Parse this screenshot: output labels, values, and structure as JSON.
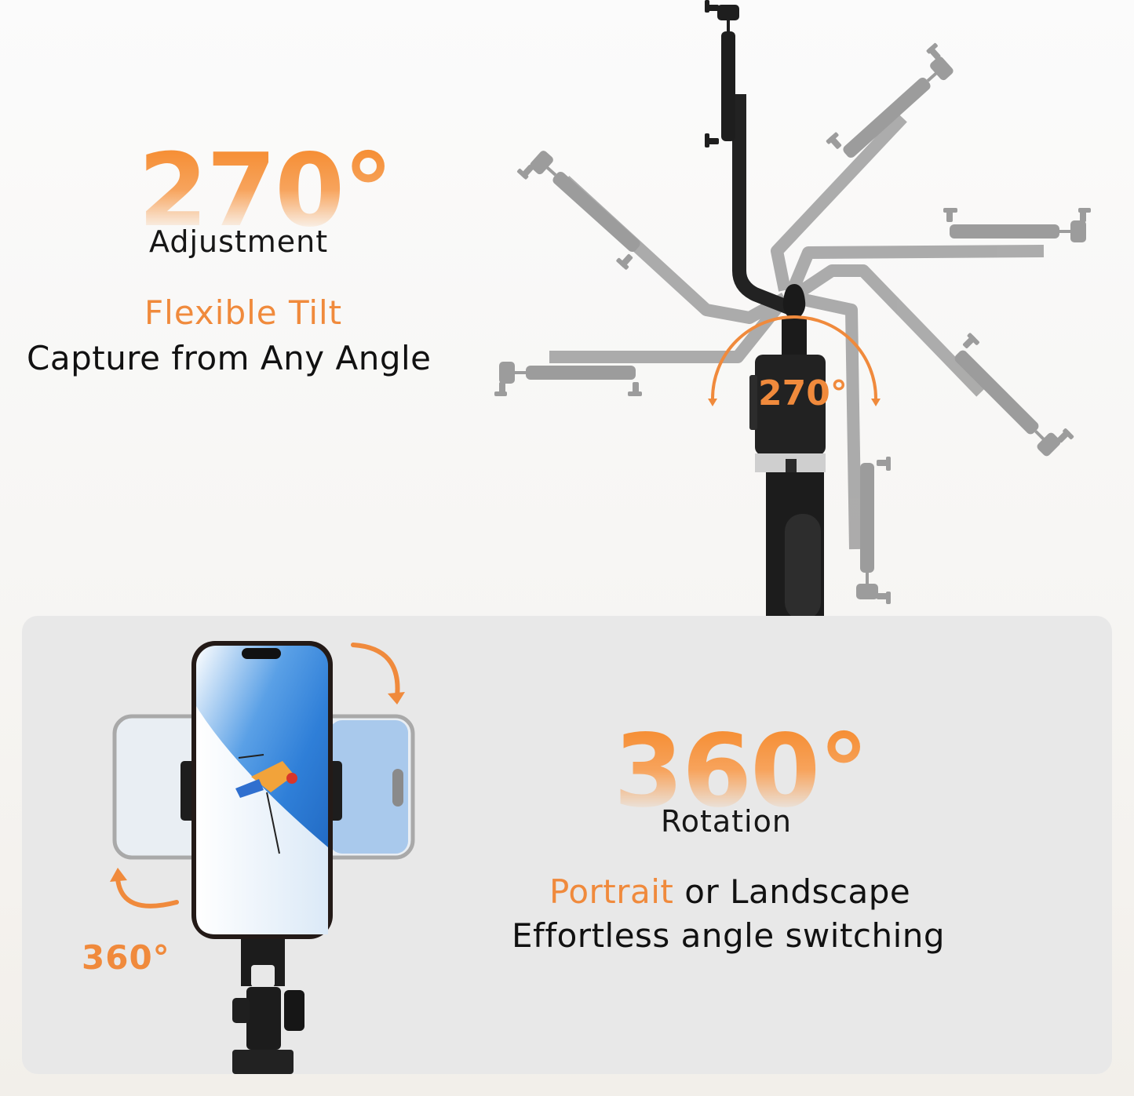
{
  "colors": {
    "accent": "#f08a3c",
    "accent_light": "#f7a35c",
    "text": "#111111",
    "panel_bg": "#e8e8e8",
    "device_black": "#1c1c1c",
    "ghost_gray": "#9a9a9a"
  },
  "tilt_section": {
    "big_number": "270°",
    "big_number_caption": "Adjustment",
    "feature_title": "Flexible Tilt",
    "feature_description": "Capture from Any Angle",
    "diagram_arc_label": "270°",
    "diagram_icon": "tilt-arc-arrow-icon"
  },
  "rotation_section": {
    "big_number": "360°",
    "big_number_caption": "Rotation",
    "feature_line_highlight": "Portrait",
    "feature_line_rest": " or Landscape",
    "feature_description": "Effortless angle switching",
    "illustration_label": "360°",
    "illustration_icons": [
      "rotate-clockwise-arrow-icon",
      "rotate-counterclockwise-arrow-icon"
    ]
  }
}
